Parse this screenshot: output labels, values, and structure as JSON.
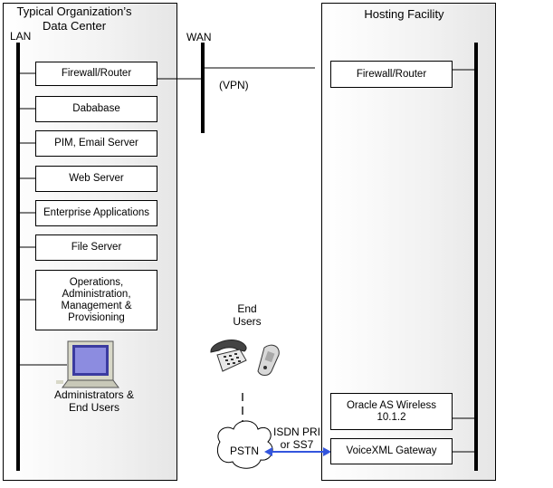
{
  "left_panel": {
    "title": "Typical Organization’s Data Center",
    "lan_label": "LAN",
    "boxes": [
      "Firewall/Router",
      "Dababase",
      "PIM, Email Server",
      "Web Server",
      "Enterprise Applications",
      "File Server",
      "Operations, Administration, Management & Provisioning"
    ],
    "workstation_label": "Administrators & End Users"
  },
  "wan": {
    "label": "WAN",
    "vpn_label": "(VPN)"
  },
  "end_users": {
    "label": "End Users"
  },
  "pstn": {
    "label": "PSTN",
    "link_label": "ISDN PRI or SS7",
    "link_color": "#3355dd"
  },
  "right_panel": {
    "title": "Hosting Facility",
    "boxes": [
      "Firewall/Router",
      "Oracle AS Wireless 10.1.2",
      "VoiceXML Gateway"
    ]
  }
}
